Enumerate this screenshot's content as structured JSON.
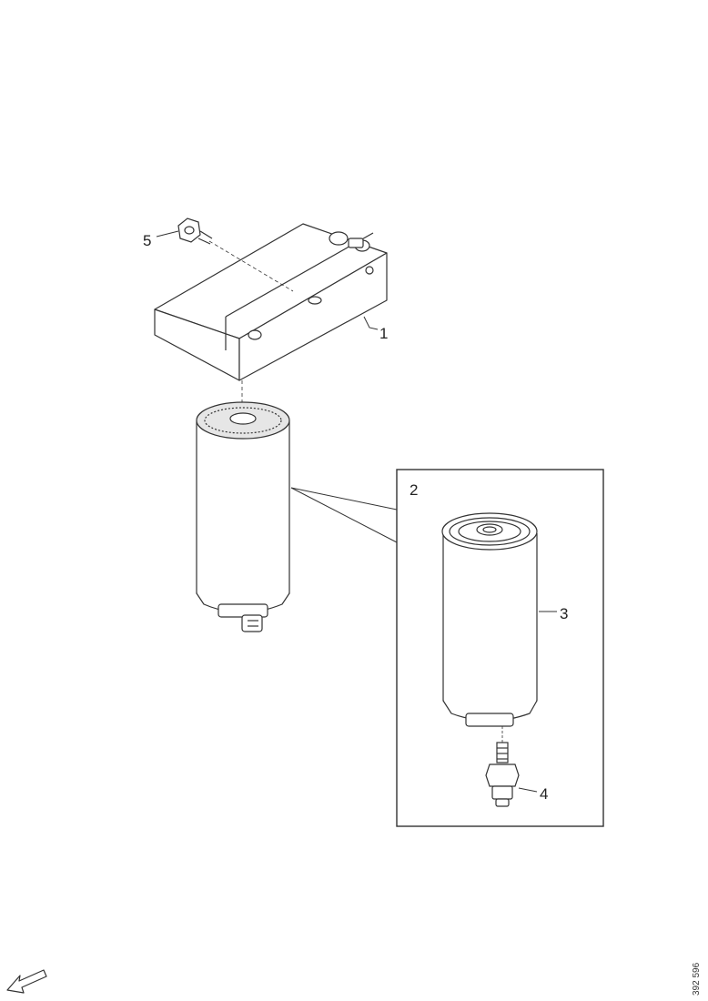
{
  "callouts": {
    "c1": "1",
    "c2": "2",
    "c3": "3",
    "c4": "4",
    "c5": "5"
  },
  "document_number": "392 596",
  "colors": {
    "line": "#333333",
    "paper": "#ffffff"
  },
  "icons": {
    "orientation": "direction-arrow-icon"
  }
}
